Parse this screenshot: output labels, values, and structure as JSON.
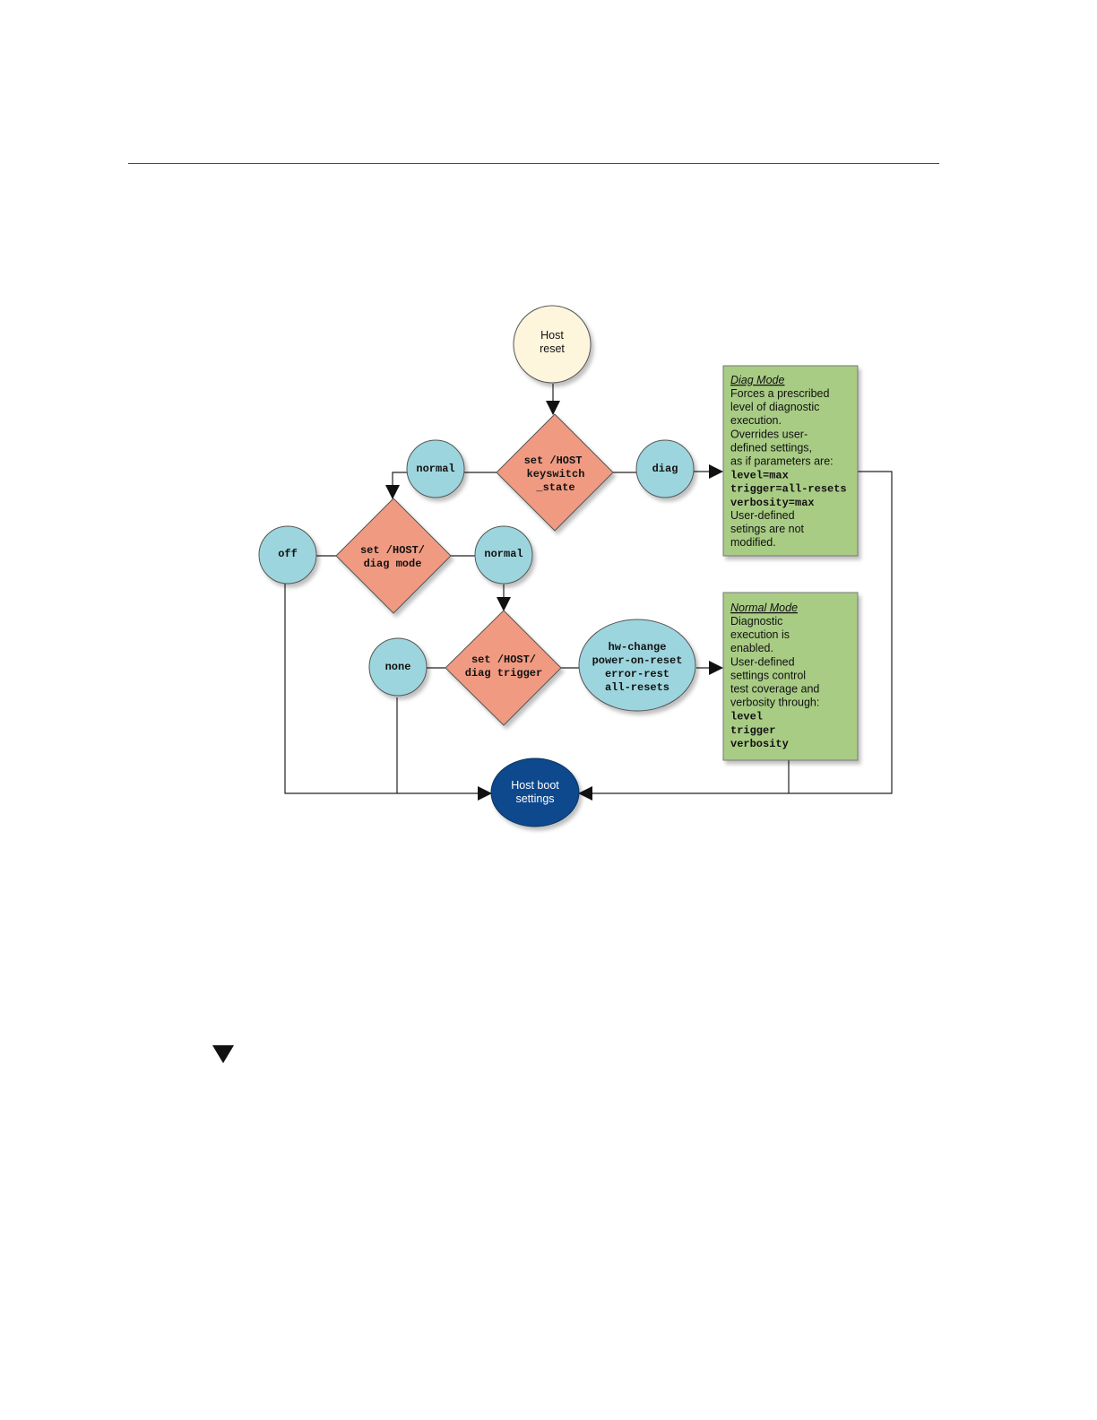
{
  "nodes": {
    "host_reset": [
      "Host",
      "reset"
    ],
    "keyswitch_decision": [
      "set /HOST",
      "keyswitch",
      "_state"
    ],
    "keyswitch_normal": "normal",
    "keyswitch_diag": "diag",
    "diag_mode_decision": [
      "set /HOST/",
      "diag mode"
    ],
    "diag_mode_off": "off",
    "diag_mode_normal": "normal",
    "diag_trigger_decision": [
      "set /HOST/",
      "diag trigger"
    ],
    "diag_trigger_none": "none",
    "diag_trigger_values": [
      "hw-change",
      "power-on-reset",
      "error-rest",
      "all-resets"
    ],
    "host_boot": [
      "Host boot",
      "settings"
    ]
  },
  "diag_mode_box": {
    "title": "Diag Mode",
    "lines": [
      {
        "text": "Forces a prescribed",
        "mono": false
      },
      {
        "text": "level of diagnostic",
        "mono": false
      },
      {
        "text": "execution.",
        "mono": false
      },
      {
        "text": "Overrides user-",
        "mono": false
      },
      {
        "text": "defined settings,",
        "mono": false
      },
      {
        "text": "as if parameters are:",
        "mono": false
      },
      {
        "text": "level=max",
        "mono": true
      },
      {
        "text": "trigger=all-resets",
        "mono": true
      },
      {
        "text": "verbosity=max",
        "mono": true
      },
      {
        "text": "User-defined",
        "mono": false
      },
      {
        "text": "setings are not",
        "mono": false
      },
      {
        "text": "modified.",
        "mono": false
      }
    ]
  },
  "normal_mode_box": {
    "title": "Normal Mode",
    "lines": [
      {
        "text": "Diagnostic",
        "mono": false
      },
      {
        "text": "execution is",
        "mono": false
      },
      {
        "text": "enabled.",
        "mono": false
      },
      {
        "text": "User-defined",
        "mono": false
      },
      {
        "text": "settings control",
        "mono": false
      },
      {
        "text": "test coverage and",
        "mono": false
      },
      {
        "text": "verbosity through:",
        "mono": false
      },
      {
        "text": "level",
        "mono": true
      },
      {
        "text": "trigger",
        "mono": true
      },
      {
        "text": "verbosity",
        "mono": true
      }
    ]
  },
  "colors": {
    "start_node": "#fdf5dc",
    "decision": "#f09a82",
    "option": "#9dd5de",
    "note_box": "#a9cc85",
    "end_node": "#0b4a8c",
    "line": "#222222"
  },
  "icons": {
    "section_marker": "triangle-down-icon"
  }
}
